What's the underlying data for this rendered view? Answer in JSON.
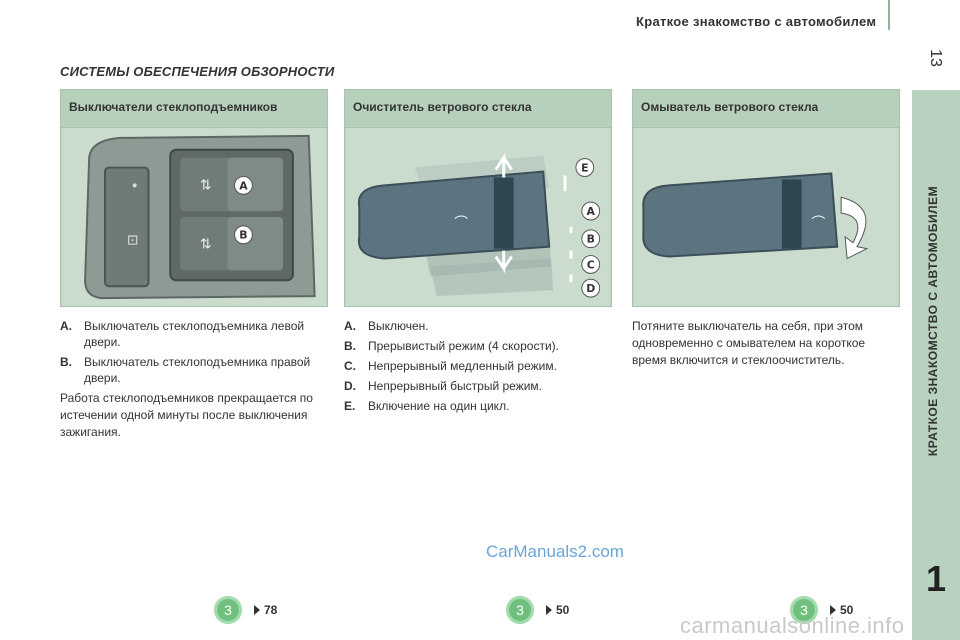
{
  "header": {
    "title": "Краткое знакомство с автомобилем",
    "page_number": "13"
  },
  "sidebar": {
    "label": "КРАТКОЕ ЗНАКОМСТВО С АВТОМОБИЛЕМ",
    "chapter": "1"
  },
  "section_title": "СИСТЕМЫ ОБЕСПЕЧЕНИЯ ОБЗОРНОСТИ",
  "panels": [
    {
      "heading": "Выключатели стеклоподъемников",
      "items": [
        {
          "key": "A.",
          "text": "Выключатель стеклоподъемника левой двери."
        },
        {
          "key": "B.",
          "text": "Выключатель стеклоподъемника правой двери."
        }
      ],
      "note": "Работа стеклоподъемников прекращается по истечении одной минуты после выключения зажигания.",
      "callouts": [
        "A",
        "B"
      ]
    },
    {
      "heading": "Очиститель ветрового стекла",
      "items": [
        {
          "key": "A.",
          "text": "Выключен."
        },
        {
          "key": "B.",
          "text": "Прерывистый режим (4 скорости)."
        },
        {
          "key": "C.",
          "text": "Непрерывный медленный режим."
        },
        {
          "key": "D.",
          "text": "Непрерывный быстрый режим."
        },
        {
          "key": "E.",
          "text": "Включение на один цикл."
        }
      ],
      "callouts": [
        "E",
        "A",
        "B",
        "C",
        "D"
      ]
    },
    {
      "heading": "Омыватель ветрового стекла",
      "note": "Потяните выключатель на себя, при этом одновременно с омывателем на короткое время включится и стеклоочиститель."
    }
  ],
  "references": [
    {
      "badge": "3",
      "page": "78"
    },
    {
      "badge": "3",
      "page": "50"
    },
    {
      "badge": "3",
      "page": "50"
    }
  ],
  "watermarks": {
    "primary": "CarManuals2.com",
    "secondary": "carmanualsonline.info"
  },
  "colors": {
    "panel_bg": "#b6d0bc",
    "sidebar_bg": "#b8d2bf",
    "badge": "#6fbf7f"
  }
}
